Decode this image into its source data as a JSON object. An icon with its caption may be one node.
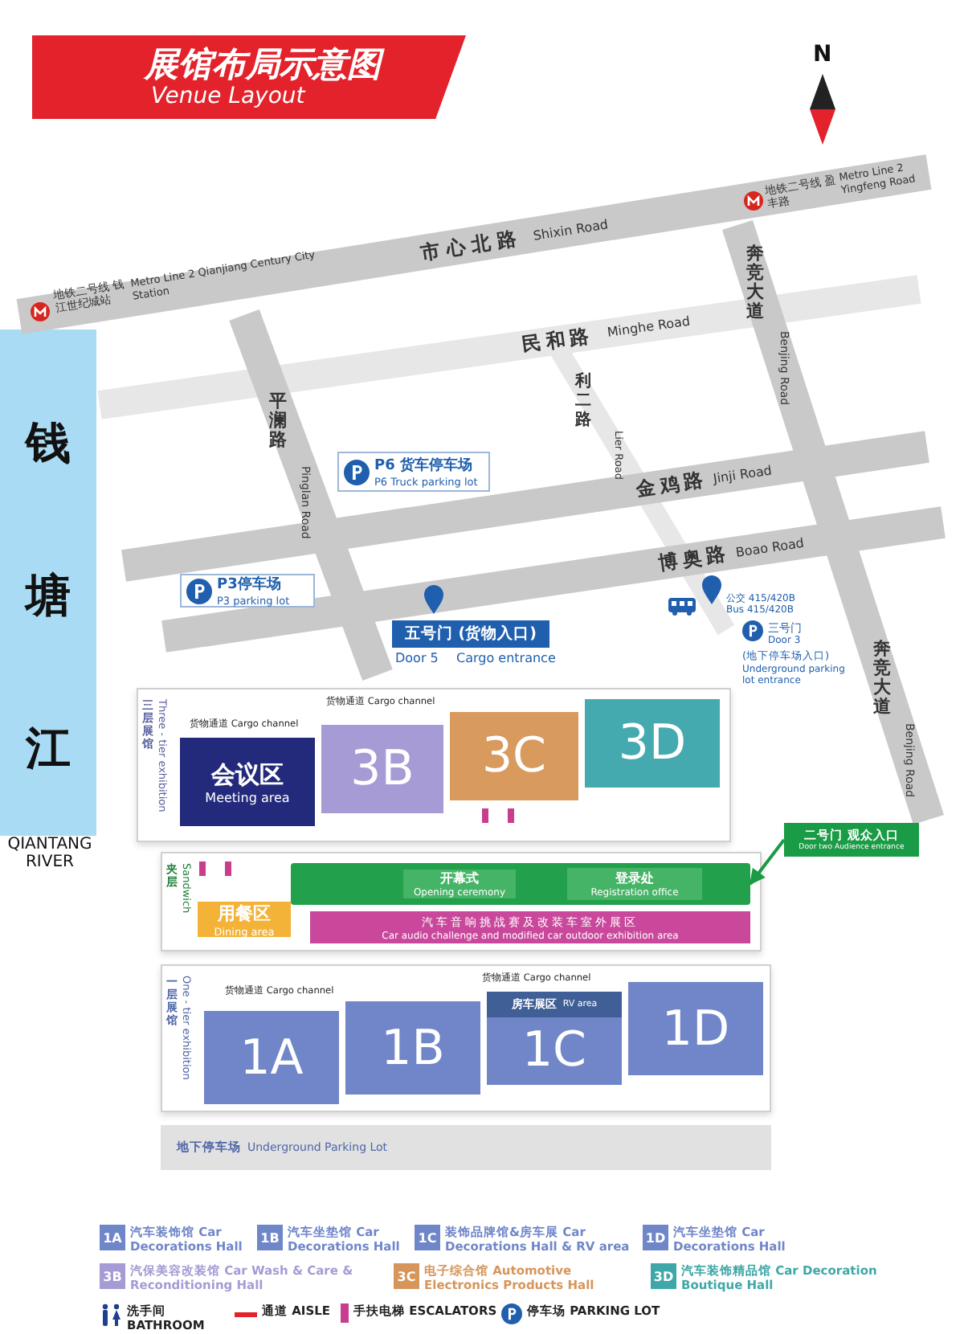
{
  "diagram": {
    "title": "展馆布局示意图",
    "nodes": [
      {
        "text": [
          "P6 货车停车场",
          "P6 Truck parking lot"
        ]
      },
      {
        "text": [
          "P3停车场",
          "P3 parking lot"
        ]
      },
      {
        "text": [
          "五号门 (货物入口)"
        ],
        "beside": [
          "Door 5",
          "Cargo entrance"
        ]
      },
      {
        "text": [
          "三层展馆",
          "Three - tier exhibition"
        ]
      },
      {
        "text": [
          "会议区",
          "Meeting area"
        ],
        "in": 3
      },
      {
        "text": [
          "3B"
        ],
        "in": 3
      },
      {
        "text": [
          "3C"
        ],
        "in": 3
      },
      {
        "text": [
          "3D"
        ],
        "in": 3
      },
      {
        "text": [
          "夹层",
          "Sandwich"
        ]
      },
      {
        "text": [
          "用餐区",
          "Dining area"
        ],
        "in": 8
      },
      {
        "text": [],
        "shape": "bar",
        "in": 8
      },
      {
        "text": [
          "开幕式",
          "Opening ceremony"
        ],
        "in": 10
      },
      {
        "text": [
          "登录处",
          "Registration office"
        ],
        "in": 10
      },
      {
        "text": [
          "汽车音响挑战赛及改装车室外展区",
          "Car audio challenge and modified car outdoor exhibition area"
        ],
        "in": 8
      },
      {
        "text": [
          "二号门 观众入口",
          "Door two Audience entrance"
        ]
      },
      {
        "text": [
          "一层展馆",
          "One - tier exhibition"
        ]
      },
      {
        "text": [
          "1A"
        ],
        "in": 15
      },
      {
        "text": [
          "1B"
        ],
        "in": 15
      },
      {
        "text": [
          "1C"
        ],
        "in": 15
      },
      {
        "text": [
          "房车展区",
          "RV area"
        ],
        "in": 18
      },
      {
        "text": [
          "1D"
        ],
        "in": 15
      },
      {
        "text": [
          "地下停车场",
          "Underground Parking Lot"
        ]
      }
    ],
    "edges": [
      {
        "from": 14,
        "to": 10,
        "arrow": "to"
      }
    ],
    "labels": [
      "Venue Layout",
      "N",
      "地铁二号线 钱江世纪城站",
      "Metro Line 2 Qianjiang Century City Station",
      "市心北路",
      "Shixin Road",
      "地铁二号线 盈丰路",
      "Metro Line 2 Yingfeng Road",
      "民和路",
      "Minghe Road",
      "平澜路",
      "Pinglan Road",
      "利二路",
      "Lier Road",
      "奔竞大道",
      "Benjing Road",
      "金鸡路",
      "Jinji Road",
      "钱塘江",
      "QIANTANG RIVER",
      "博奥路",
      "Boao Road",
      "公交 415/420B",
      "Bus 415/420B",
      "三号门",
      "Door 3",
      "(地下停车场入口)",
      "Underground parking lot entrance",
      "奔竞大道",
      "Benjing Road",
      "货物通道 Cargo channel",
      "货物通道 Cargo channel",
      "货物通道 Cargo channel",
      "货物通道 Cargo channel",
      "1A",
      "1B",
      "1C",
      "1D",
      "3B",
      "3C",
      "3D"
    ],
    "legend": [
      {
        "text": "汽车装饰馆 Car Decorations Hall",
        "color": "#6f86c9"
      },
      {
        "text": "汽车坐垫馆 Car Decorations Hall",
        "color": "#6f86c9"
      },
      {
        "text": "装饰品牌馆&房车展 Car Decorations Hall & RV area",
        "color": "#6f86c9"
      },
      {
        "text": "汽车坐垫馆 Car Decorations Hall",
        "color": "#6f86c9"
      },
      {
        "text": "汽保美容改装馆 Car Wash & Care & Reconditioning Hall",
        "color": "#a69bd4"
      },
      {
        "text": "电子综合馆 Automotive Electronics Products Hall",
        "color": "#d6955a"
      },
      {
        "text": "汽车装饰精品馆 Car Decoration Boutique Hall",
        "color": "#3fa7a8"
      },
      {
        "text": "洗手间 BATHROOM"
      },
      {
        "text": "通道 AISLE"
      },
      {
        "text": "手扶电梯 ESCALATORS",
        "color": "#c93d8f"
      },
      {
        "text": "停车场 PARKING LOT"
      }
    ]
  }
}
